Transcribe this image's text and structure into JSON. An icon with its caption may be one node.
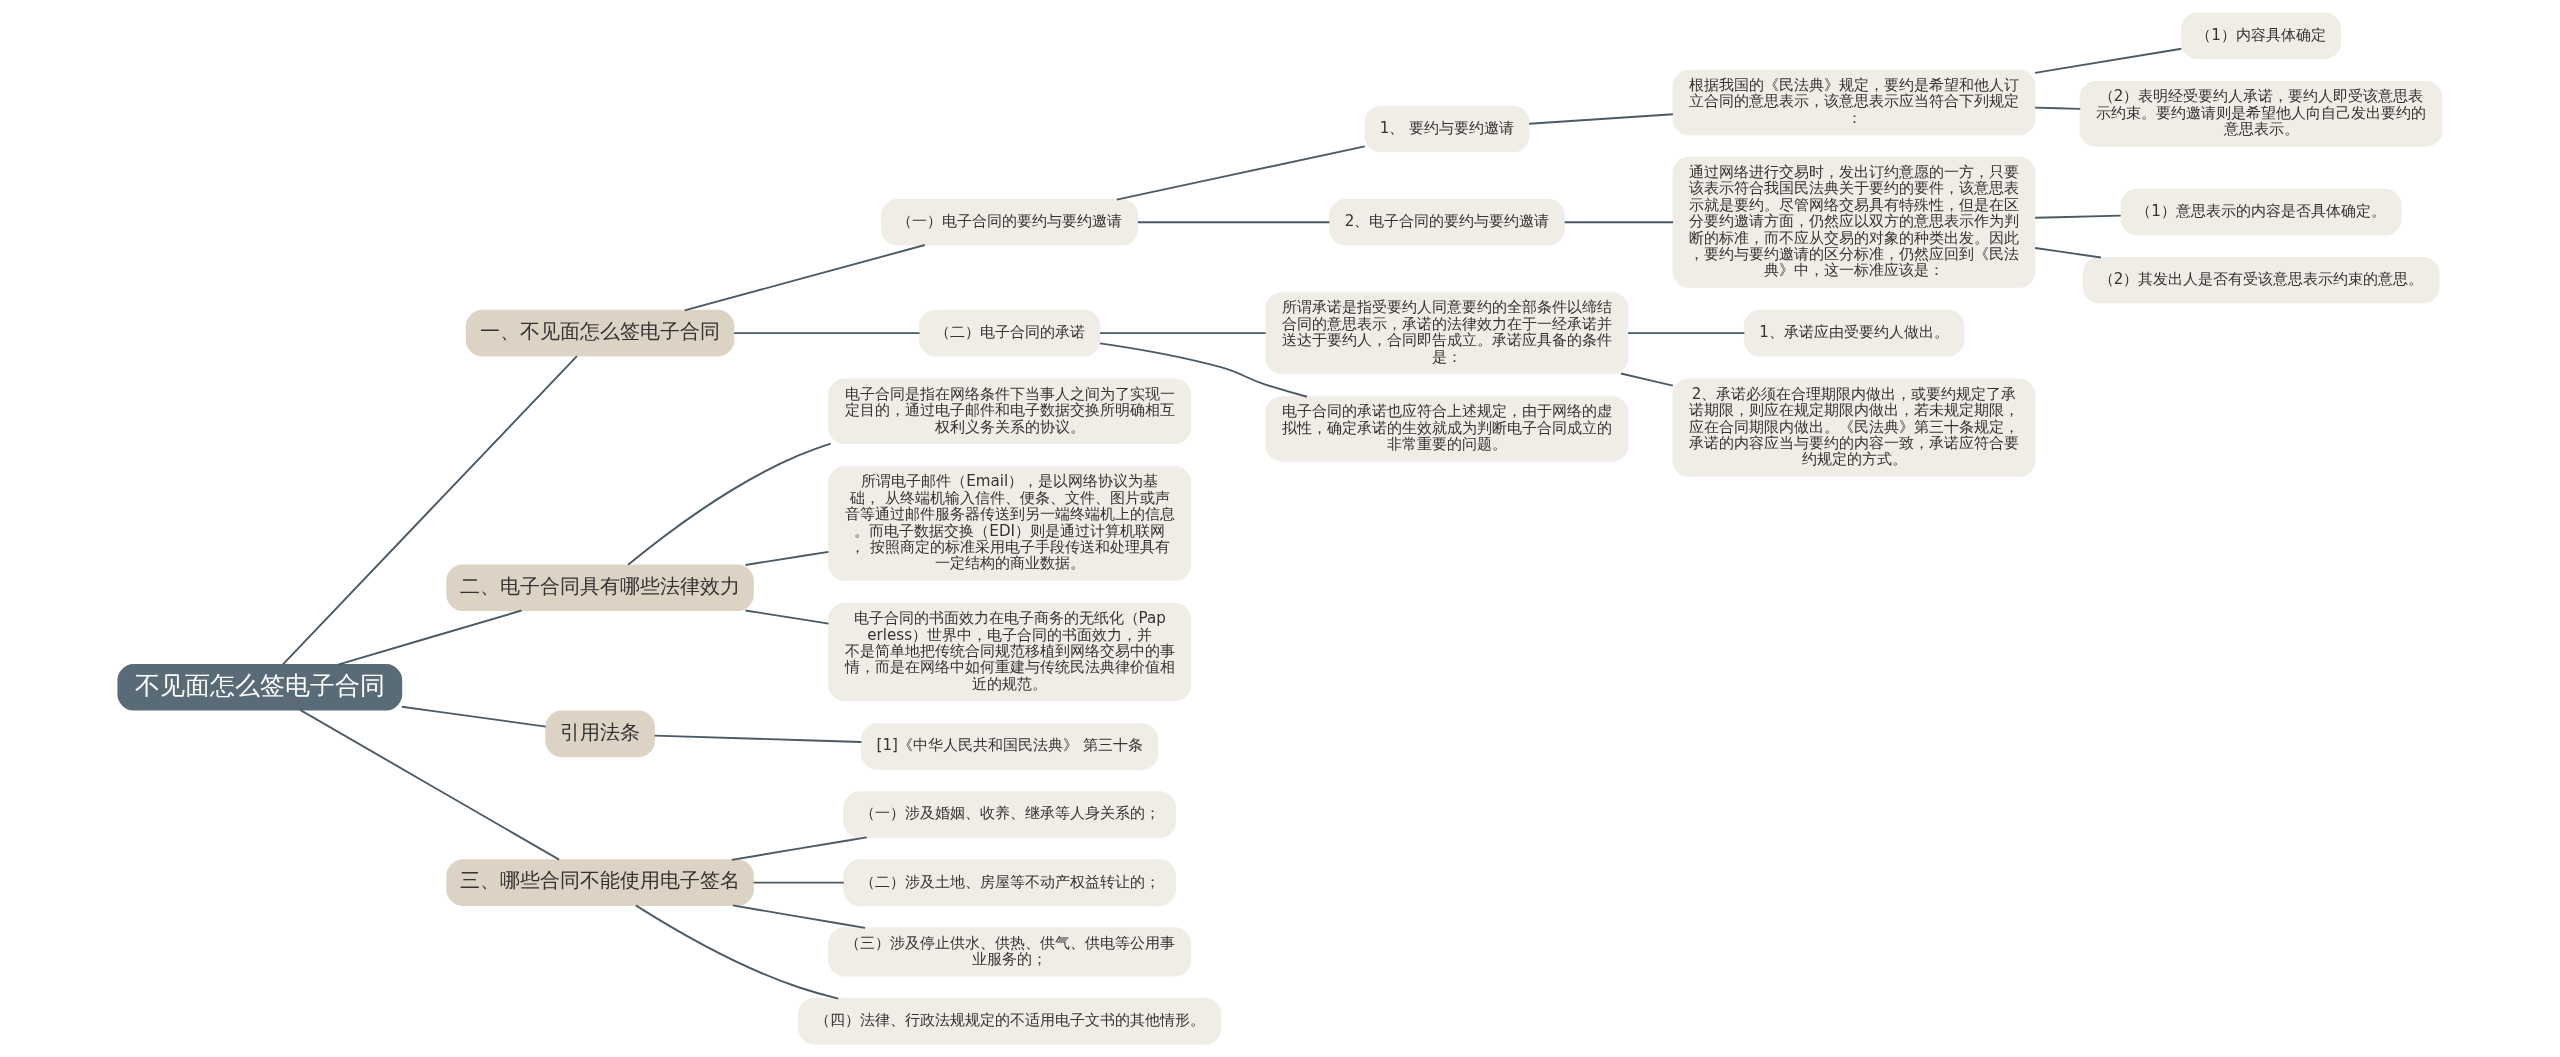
{
  "diagram": {
    "nodes": [
      {
        "text": [
          "不见面怎么签电子合同"
        ]
      },
      {
        "text": [
          "一、不见面怎么签电子合同"
        ]
      },
      {
        "text": [
          "（一）电子合同的要约与要约邀请"
        ]
      },
      {
        "text": [
          "1、 要约与要约邀请"
        ]
      },
      {
        "text": [
          "根据我国的《民法典》规定，要约是希望和他人订立合同的意思表示，该意思表示应当符合下列规定："
        ]
      },
      {
        "text": [
          "（1）内容具体确定"
        ]
      },
      {
        "text": [
          "（2）表明经受要约人承诺，要约人即受该意思表示约束。要约邀请则是希望他人向自己发出要约的意思表示。"
        ]
      },
      {
        "text": [
          "2、电子合同的要约与要约邀请"
        ]
      },
      {
        "text": [
          "通过网络进行交易时，发出订约意愿的一方，只要该表示符合我国民法典关于要约的要件，该意思表示就是要约。尽管网络交易具有特殊性，但是在区分要约邀请方面，仍然应以双方的意思表示作为判断的标准，而不应从交易的对象的种类出发。因此，要约与要约邀请的区分标准，仍然应回到《民法典》中，这一标准应该是："
        ]
      },
      {
        "text": [
          "（1）意思表示的内容是否具体确定。"
        ]
      },
      {
        "text": [
          "（2）其发出人是否有受该意思表示约束的意思。"
        ]
      },
      {
        "text": [
          "（二）电子合同的承诺"
        ]
      },
      {
        "text": [
          "所谓承诺是指受要约人同意要约的全部条件以缔结合同的意思表示，承诺的法律效力在于一经承诺并送达于要约人，合同即告成立。承诺应具备的条件是："
        ]
      },
      {
        "text": [
          "1、承诺应由受要约人做出。"
        ]
      },
      {
        "text": [
          "2、承诺必须在合理期限内做出，或要约规定了承诺期限，则应在规定期限内做出，若未规定期限，应在合同期限内做出。《民法典》第三十条规定，承诺的内容应当与要约的内容一致，承诺应符合要约规定的方式。"
        ]
      },
      {
        "text": [
          "电子合同的承诺也应符合上述规定，由于网络的虚拟性，确定承诺的生效就成为判断电子合同成立的非常重要的问题。"
        ]
      },
      {
        "text": [
          "二、电子合同具有哪些法律效力"
        ]
      },
      {
        "text": [
          "电子合同是指在网络条件下当事人之间为了实现一定目的，通过电子邮件和电子数据交换所明确相互权利义务关系的协议。"
        ]
      },
      {
        "text": [
          "所谓电子邮件（Email），是以网络协议为基础， 从终端机输入信件、便条、文件、图片或声音等通过邮件服务器传送到另一端终端机上的信息。而电子数据交换（EDI）则是通过计算机联网， 按照商定的标准采用电子手段传送和处理具有一定结构的商业数据。"
        ]
      },
      {
        "text": [
          "电子合同的书面效力在电子商务的无纸化（Paperless）世界中，电子合同的书面效力，并不是简单地把传统合同规范移植到网络交易中的事情，而是在网络中如何重建与传统民法典律价值相近的规范。"
        ]
      },
      {
        "text": [
          "引用法条"
        ]
      },
      {
        "text": [
          "[1]《中华人民共和国民法典》 第三十条"
        ]
      },
      {
        "text": [
          "三、哪些合同不能使用电子签名"
        ]
      },
      {
        "text": [
          "（一）涉及婚姻、收养、继承等人身关系的；"
        ]
      },
      {
        "text": [
          "（二）涉及土地、房屋等不动产权益转让的；"
        ]
      },
      {
        "text": [
          "（三）涉及停止供水、供热、供气、供电等公用事业服务的；"
        ]
      },
      {
        "text": [
          "（四）法律、行政法规规定的不适用电子文书的其他情形。"
        ]
      }
    ],
    "edges": [
      {
        "from": 0,
        "to": 1,
        "arrow": "none"
      },
      {
        "from": 1,
        "to": 2,
        "arrow": "none"
      },
      {
        "from": 2,
        "to": 3,
        "arrow": "none"
      },
      {
        "from": 3,
        "to": 4,
        "arrow": "none"
      },
      {
        "from": 4,
        "to": 5,
        "arrow": "none"
      },
      {
        "from": 4,
        "to": 6,
        "arrow": "none"
      },
      {
        "from": 2,
        "to": 7,
        "arrow": "none"
      },
      {
        "from": 7,
        "to": 8,
        "arrow": "none"
      },
      {
        "from": 8,
        "to": 9,
        "arrow": "none"
      },
      {
        "from": 8,
        "to": 10,
        "arrow": "none"
      },
      {
        "from": 1,
        "to": 11,
        "arrow": "none"
      },
      {
        "from": 11,
        "to": 12,
        "arrow": "none"
      },
      {
        "from": 12,
        "to": 13,
        "arrow": "none"
      },
      {
        "from": 12,
        "to": 14,
        "arrow": "none"
      },
      {
        "from": 11,
        "to": 15,
        "arrow": "none"
      },
      {
        "from": 0,
        "to": 16,
        "arrow": "none"
      },
      {
        "from": 16,
        "to": 17,
        "arrow": "none"
      },
      {
        "from": 16,
        "to": 18,
        "arrow": "none"
      },
      {
        "from": 16,
        "to": 19,
        "arrow": "none"
      },
      {
        "from": 0,
        "to": 20,
        "arrow": "none"
      },
      {
        "from": 20,
        "to": 21,
        "arrow": "none"
      },
      {
        "from": 0,
        "to": 22,
        "arrow": "none"
      },
      {
        "from": 22,
        "to": 23,
        "arrow": "none"
      },
      {
        "from": 22,
        "to": 24,
        "arrow": "none"
      },
      {
        "from": 22,
        "to": 25,
        "arrow": "none"
      },
      {
        "from": 22,
        "to": 26,
        "arrow": "none"
      }
    ]
  }
}
